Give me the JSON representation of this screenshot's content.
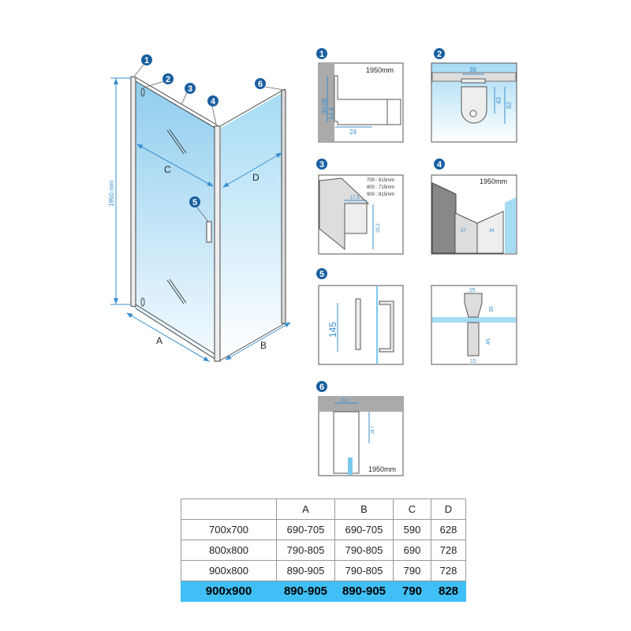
{
  "main_drawing": {
    "height_label": "1950 mm",
    "dimension_labels": {
      "a": "A",
      "b": "B",
      "c": "C",
      "d": "D"
    },
    "callouts": [
      "1",
      "2",
      "3",
      "4",
      "5",
      "6"
    ]
  },
  "details": {
    "d1": {
      "number": "1",
      "height": "1950mm",
      "dims": [
        "30.08",
        "14.4",
        "24"
      ]
    },
    "d2": {
      "number": "2",
      "dims": [
        "38",
        "43",
        "62"
      ]
    },
    "d3": {
      "number": "3",
      "lengths": [
        "700 : 615mm",
        "800 : 715mm",
        "900 : 815mm"
      ],
      "dims": [
        "17.5",
        "33.2"
      ]
    },
    "d4": {
      "number": "4",
      "height": "1950mm",
      "dims": [
        "37",
        "34"
      ]
    },
    "d5": {
      "number": "5",
      "dims": [
        "145"
      ]
    },
    "d5b": {
      "dims": [
        "25",
        "30",
        "45",
        "15"
      ]
    },
    "d6": {
      "number": "6",
      "height": "1950mm",
      "dims": [
        "26.5",
        "28.7"
      ]
    }
  },
  "table": {
    "headers": [
      "",
      "A",
      "B",
      "C",
      "D"
    ],
    "rows": [
      [
        "700x700",
        "690-705",
        "690-705",
        "590",
        "628"
      ],
      [
        "800x800",
        "790-805",
        "790-805",
        "690",
        "728"
      ],
      [
        "900x800",
        "890-905",
        "790-805",
        "790",
        "728"
      ],
      [
        "900x900",
        "890-905",
        "890-905",
        "790",
        "828"
      ]
    ],
    "highlight_color": "#3fbff5"
  },
  "colors": {
    "accent": "#1a5fa0",
    "dimension": "#3a8fd0"
  }
}
